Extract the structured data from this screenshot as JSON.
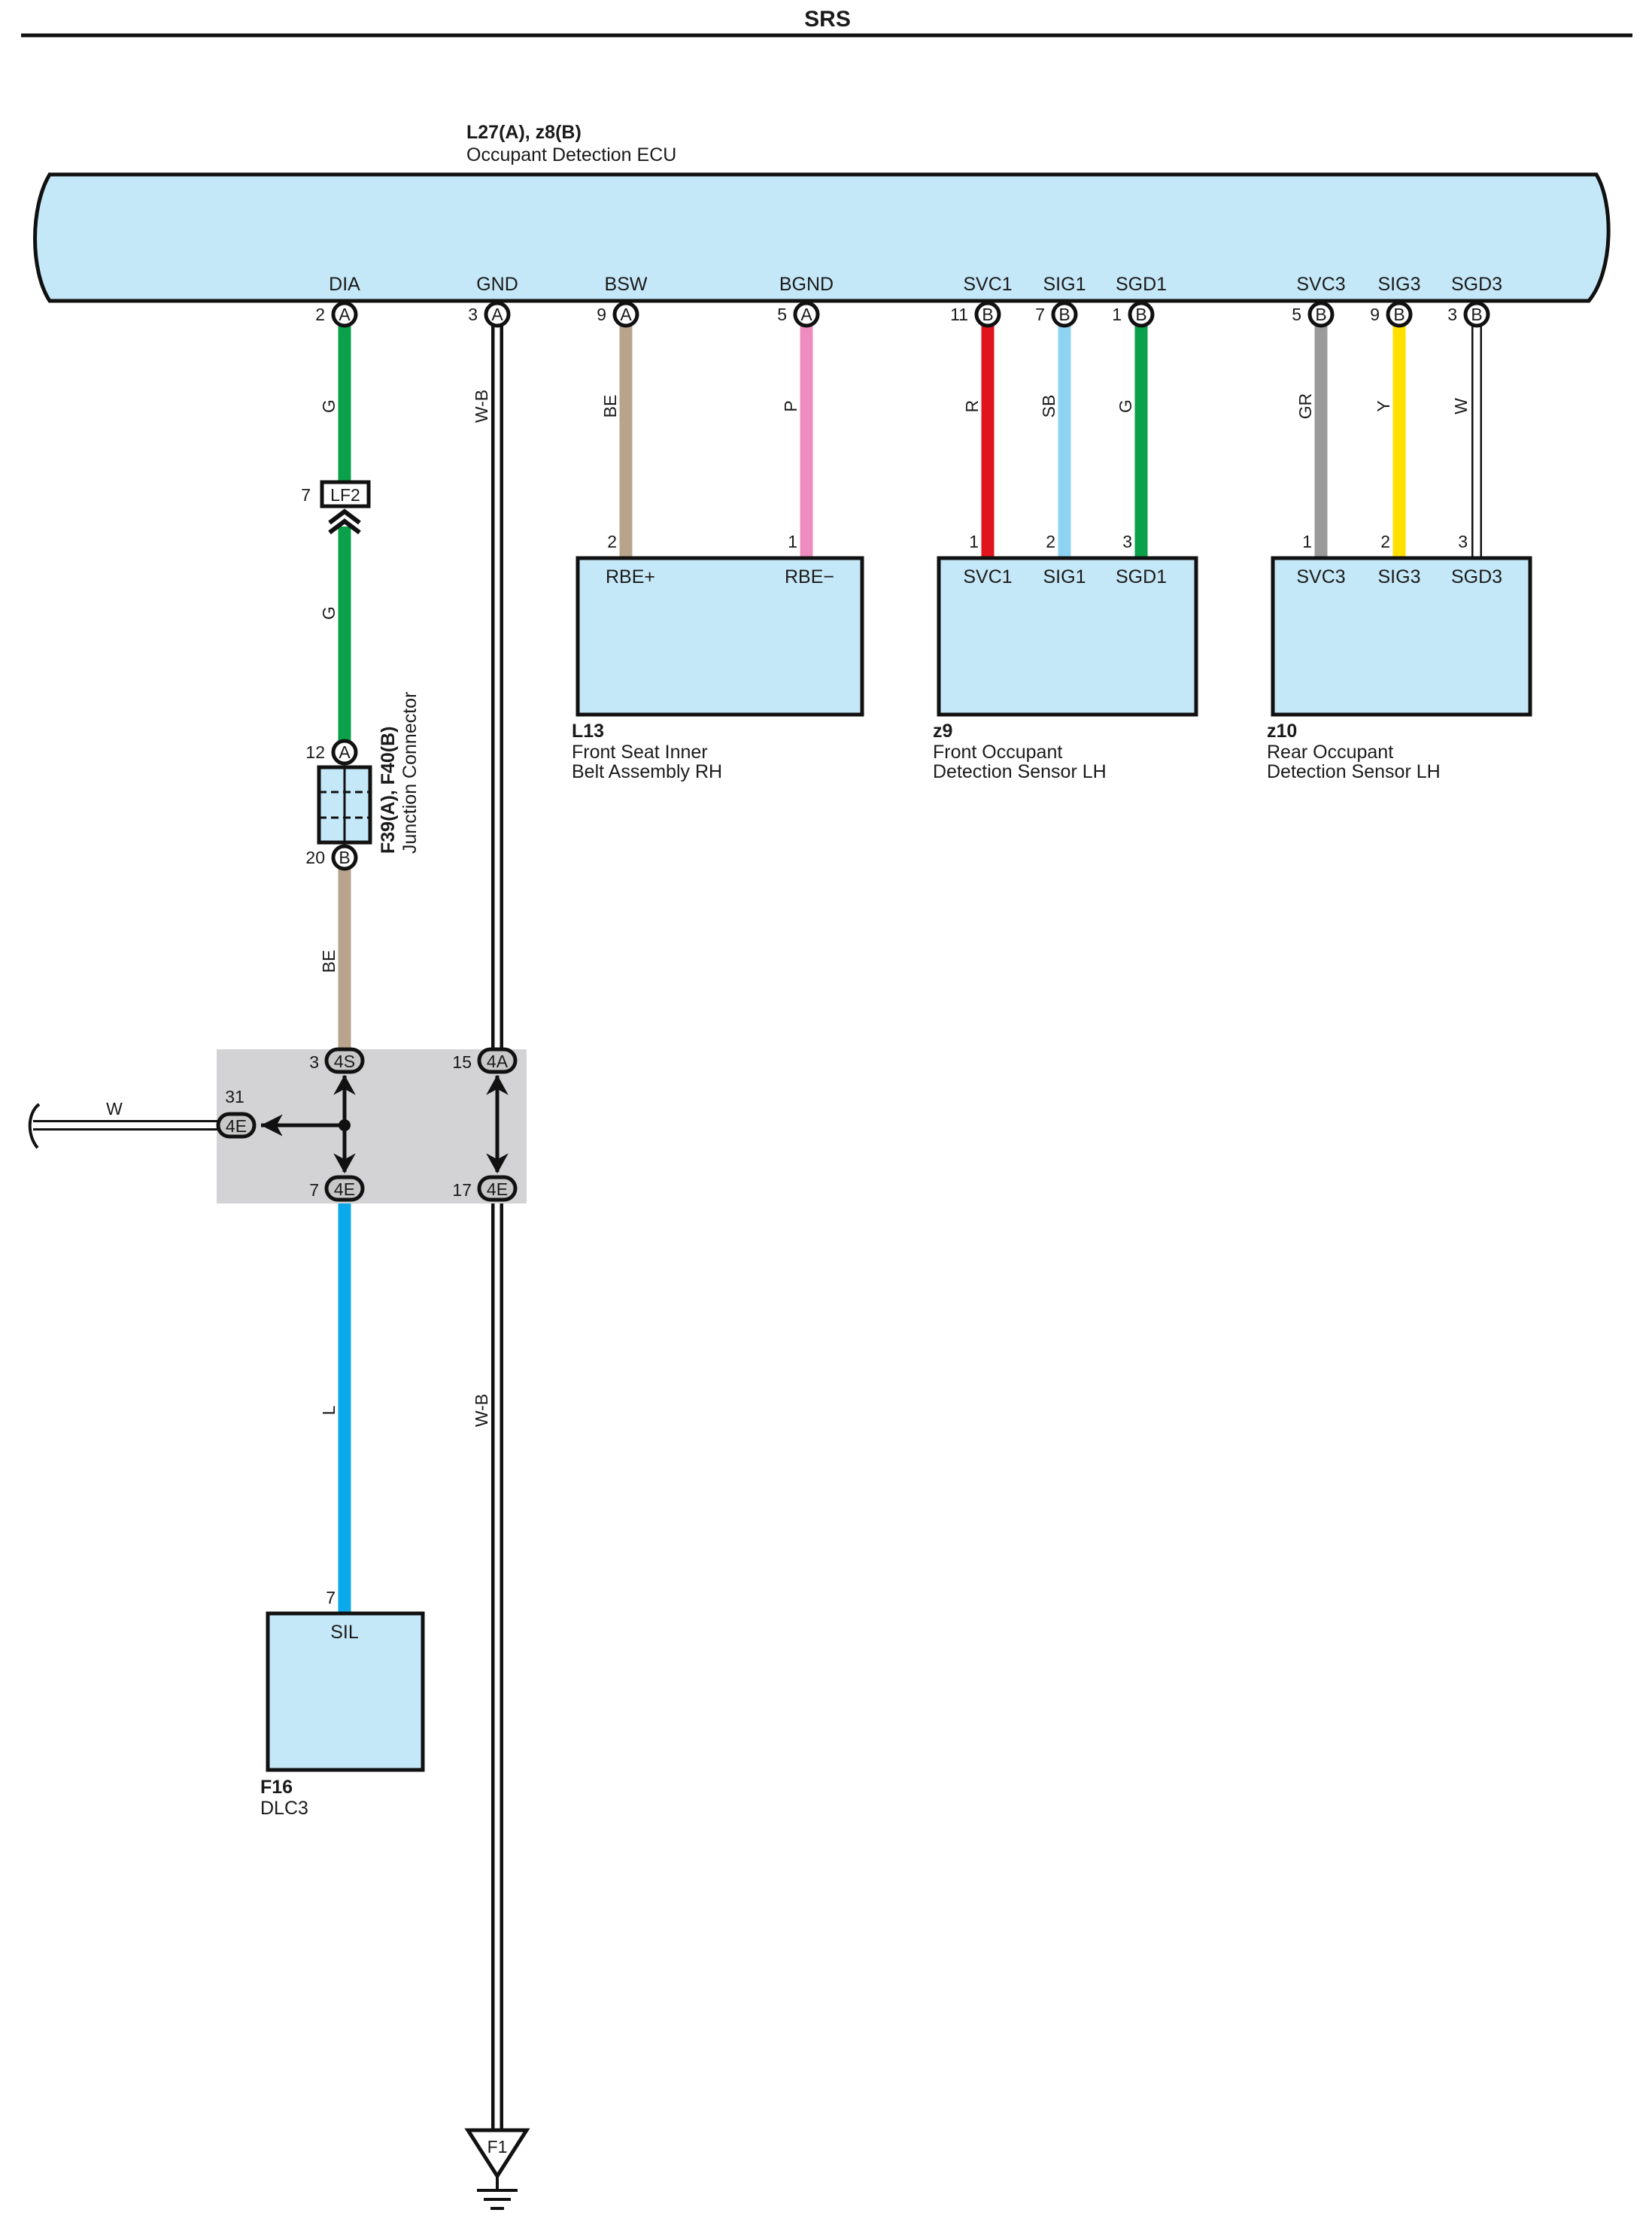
{
  "page_title": "SRS",
  "ecu": {
    "code": "L27(A), z8(B)",
    "name": "Occupant Detection ECU"
  },
  "ecu_pins": [
    {
      "signal": "DIA",
      "pin": "2",
      "conn": "A",
      "wire": "G"
    },
    {
      "signal": "GND",
      "pin": "3",
      "conn": "A",
      "wire": "W-B"
    },
    {
      "signal": "BSW",
      "pin": "9",
      "conn": "A",
      "wire": "BE"
    },
    {
      "signal": "BGND",
      "pin": "5",
      "conn": "A",
      "wire": "P"
    },
    {
      "signal": "SVC1",
      "pin": "11",
      "conn": "B",
      "wire": "R"
    },
    {
      "signal": "SIG1",
      "pin": "7",
      "conn": "B",
      "wire": "SB"
    },
    {
      "signal": "SGD1",
      "pin": "1",
      "conn": "B",
      "wire": "G"
    },
    {
      "signal": "SVC3",
      "pin": "5",
      "conn": "B",
      "wire": "GR"
    },
    {
      "signal": "SIG3",
      "pin": "9",
      "conn": "B",
      "wire": "Y"
    },
    {
      "signal": "SGD3",
      "pin": "3",
      "conn": "B",
      "wire": "W"
    }
  ],
  "lf2": {
    "pin": "7",
    "label": "LF2",
    "wire_below": "G"
  },
  "junction_connector": {
    "code": "F39(A), F40(B)",
    "name": "Junction Connector",
    "pin_top": "12",
    "conn_top": "A",
    "pin_bottom": "20",
    "conn_bottom": "B",
    "wire_below": "BE"
  },
  "components": {
    "l13": {
      "code": "L13",
      "name_line1": "Front Seat Inner",
      "name_line2": "Belt Assembly RH",
      "terminals": [
        {
          "pin": "2",
          "label": "RBE+"
        },
        {
          "pin": "1",
          "label": "RBE−"
        }
      ]
    },
    "z9": {
      "code": "z9",
      "name_line1": "Front Occupant",
      "name_line2": "Detection Sensor LH",
      "terminals": [
        {
          "pin": "1",
          "label": "SVC1"
        },
        {
          "pin": "2",
          "label": "SIG1"
        },
        {
          "pin": "3",
          "label": "SGD1"
        }
      ]
    },
    "z10": {
      "code": "z10",
      "name_line1": "Rear Occupant",
      "name_line2": "Detection Sensor LH",
      "terminals": [
        {
          "pin": "1",
          "label": "SVC3"
        },
        {
          "pin": "2",
          "label": "SIG3"
        },
        {
          "pin": "3",
          "label": "SGD3"
        }
      ]
    },
    "f16": {
      "code": "F16",
      "name_line1": "DLC3",
      "pin": "7",
      "label": "SIL"
    }
  },
  "junction_block": {
    "pins": [
      {
        "pin": "3",
        "conn": "4S"
      },
      {
        "pin": "15",
        "conn": "4A"
      },
      {
        "pin": "31",
        "conn": "4E"
      },
      {
        "pin": "7",
        "conn": "4E"
      },
      {
        "pin": "17",
        "conn": "4E"
      }
    ],
    "branch_wire": "W"
  },
  "lower_wires": {
    "dlc": "L",
    "ground": "W-B"
  },
  "ground": {
    "label": "F1"
  },
  "colors": {
    "G": "#0aa14a",
    "W-B": "#ffffff",
    "BE": "#b8a48c",
    "P": "#ee8cbf",
    "R": "#e1141e",
    "SB": "#8ed4f2",
    "GR": "#9a9a9a",
    "Y": "#ffe000",
    "W": "#ffffff",
    "L": "#0ba9ec",
    "component_fill": "#c5e8f8",
    "block_fill": "#d3d3d5"
  }
}
